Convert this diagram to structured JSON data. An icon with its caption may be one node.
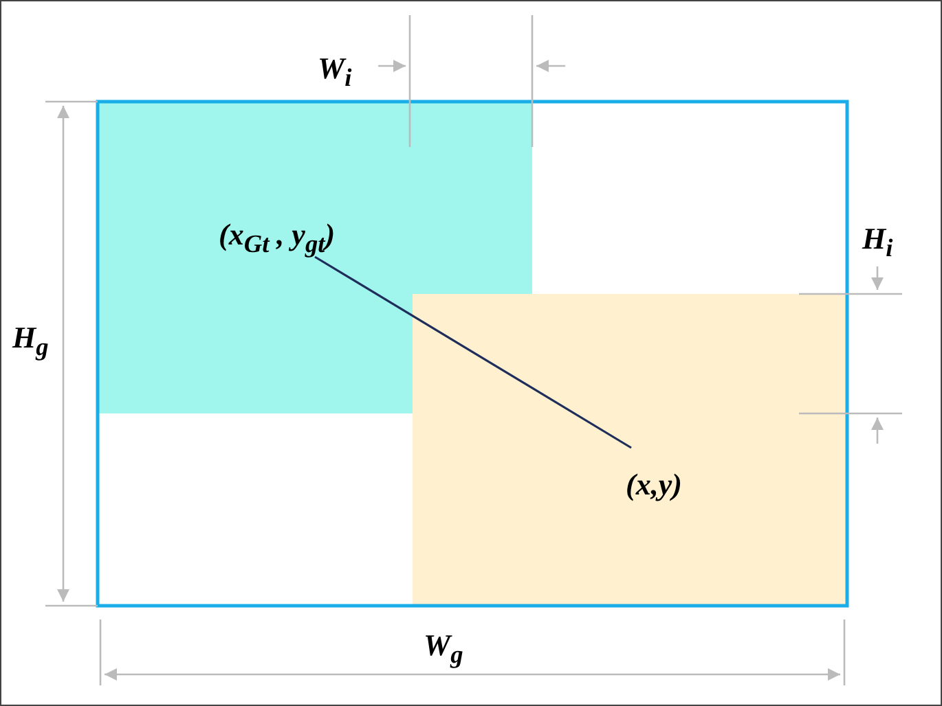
{
  "diagram": {
    "nodes": [
      {
        "text": [
          "(x$_{Gt}$ , y$_{gt}$)"
        ]
      },
      {
        "text": [
          "(x,y)"
        ]
      }
    ],
    "edges": [
      {
        "from": 0,
        "to": 1,
        "arrow": "none"
      }
    ],
    "labels": [
      "W$_{i}$",
      "H$_{i}$",
      "H$_{g}$",
      "W$_{g}$"
    ]
  }
}
